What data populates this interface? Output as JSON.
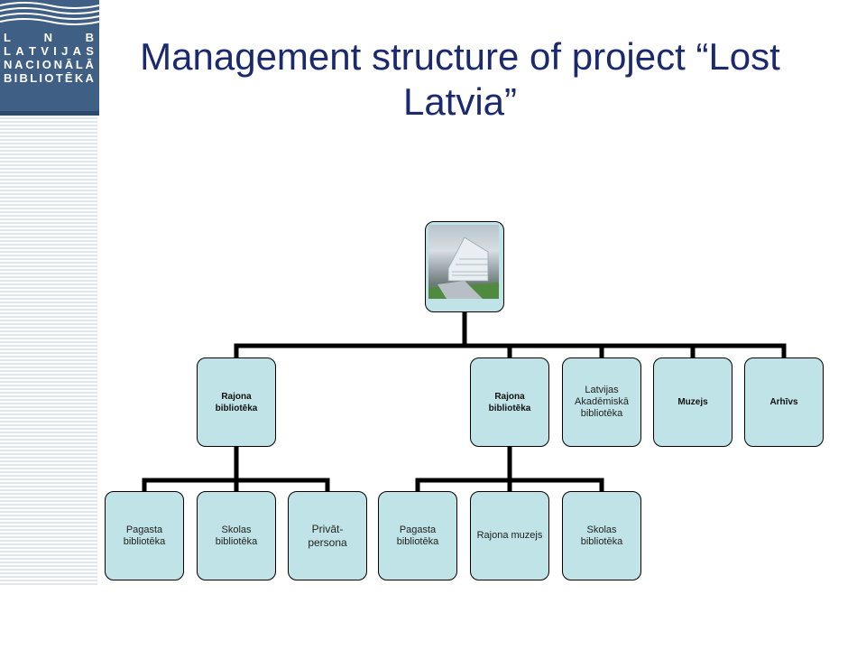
{
  "title": "Management structure of project “Lost Latvia”",
  "logo": {
    "rows": [
      [
        "L",
        "N",
        "B"
      ],
      [
        "L",
        "A",
        "T",
        "V",
        "I",
        "J",
        "A",
        "S"
      ],
      [
        "N",
        "A",
        "C",
        "I",
        "O",
        "N",
        "Ā",
        "L",
        "Ā"
      ],
      [
        "B",
        "I",
        "B",
        "L",
        "I",
        "O",
        "T",
        "Ē",
        "K",
        "A"
      ]
    ]
  },
  "colors": {
    "title": "#1b2a6e",
    "node_fill": "#bfe3e6",
    "node_border": "#000000",
    "logo_bg": "#3f5f84"
  },
  "nodes": {
    "root_image": "library-building-photo",
    "level1": {
      "rajona1": "Rajona bibliotēka",
      "rajona2": "Rajona bibliotēka",
      "lab": "Latvijas Akadēmiskā bibliotēka",
      "muzejs": "Muzejs",
      "arhivs": "Arhīvs"
    },
    "level2a": {
      "pagasta": "Pagasta bibliotēka",
      "skolas": "Skolas bibliotēka",
      "privat": "Privāt-persona"
    },
    "level2b": {
      "pagasta": "Pagasta bibliotēka",
      "muzejs": "Rajona muzejs",
      "skolas": "Skolas bibliotēka"
    }
  }
}
